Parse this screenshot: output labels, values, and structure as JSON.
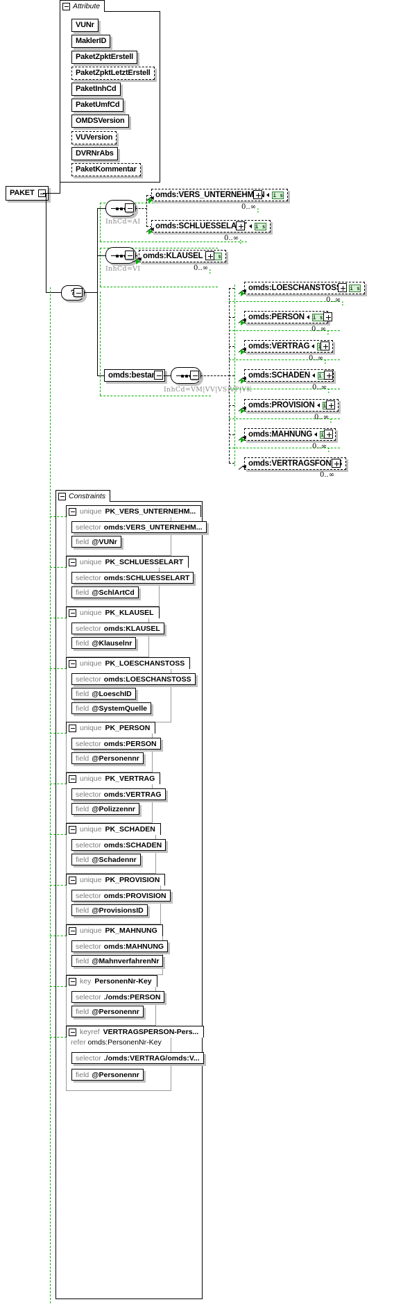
{
  "diagram": {
    "root": {
      "label": "PAKET"
    },
    "attribute_group": {
      "title": "Attribute",
      "items": [
        {
          "label": "VUNr",
          "optional": false
        },
        {
          "label": "MaklerID",
          "optional": false
        },
        {
          "label": "PaketZpktErstell",
          "optional": false
        },
        {
          "label": "PaketZpktLetztErstell",
          "optional": true
        },
        {
          "label": "PaketInhCd",
          "optional": false
        },
        {
          "label": "PaketUmfCd",
          "optional": false
        },
        {
          "label": "OMDSVersion",
          "optional": false
        },
        {
          "label": "VUVersion",
          "optional": true
        },
        {
          "label": "DVRNrAbs",
          "optional": false
        },
        {
          "label": "PaketKommentar",
          "optional": true
        }
      ]
    },
    "branches": [
      {
        "condition": "InhCd=AI",
        "elements": [
          {
            "label": "omds:VERS_UNTERNEHMEN",
            "occurrence": "0..∞",
            "badge": "i s"
          },
          {
            "label": "omds:SCHLUESSELART",
            "occurrence": "0..∞",
            "badge": "i s"
          }
        ]
      },
      {
        "condition": "InhCd=VI",
        "elements": [
          {
            "label": "omds:KLAUSEL",
            "occurrence": "0..∞",
            "badge": "i s"
          }
        ]
      },
      {
        "condition": "InhCd=VM|VV|VS|VP|VK",
        "container": "omds:bestand",
        "elements": [
          {
            "label": "omds:LOESCHANSTOSS",
            "occurrence": "0..∞",
            "badge": "i s"
          },
          {
            "label": "omds:PERSON",
            "occurrence": "0..∞",
            "badge": "i s"
          },
          {
            "label": "omds:VERTRAG",
            "occurrence": "0..∞",
            "badge": "i s"
          },
          {
            "label": "omds:SCHADEN",
            "occurrence": "0..∞",
            "badge": "i s"
          },
          {
            "label": "omds:PROVISION",
            "occurrence": "0..∞",
            "badge": "i s"
          },
          {
            "label": "omds:MAHNUNG",
            "occurrence": "0..∞",
            "badge": "i s"
          },
          {
            "label": "omds:VERTRAGSFONDS",
            "occurrence": "0..∞",
            "badge": ""
          }
        ]
      }
    ],
    "constraints": {
      "title": "Constraints",
      "items": [
        {
          "kind": "unique",
          "name": "PK_VERS_UNTERNEHM...",
          "selector_kw": "selector",
          "selector": "omds:VERS_UNTERNEHM...",
          "fields": [
            {
              "kw": "field",
              "name": "@VUNr"
            }
          ]
        },
        {
          "kind": "unique",
          "name": "PK_SCHLUESSELART",
          "selector_kw": "selector",
          "selector": "omds:SCHLUESSELART",
          "fields": [
            {
              "kw": "field",
              "name": "@SchlArtCd"
            }
          ]
        },
        {
          "kind": "unique",
          "name": "PK_KLAUSEL",
          "selector_kw": "selector",
          "selector": "omds:KLAUSEL",
          "fields": [
            {
              "kw": "field",
              "name": "@Klauselnr"
            }
          ]
        },
        {
          "kind": "unique",
          "name": "PK_LOESCHANSTOSS",
          "selector_kw": "selector",
          "selector": "omds:LOESCHANSTOSS",
          "fields": [
            {
              "kw": "field",
              "name": "@LoeschID"
            },
            {
              "kw": "field",
              "name": "@SystemQuelle"
            }
          ]
        },
        {
          "kind": "unique",
          "name": "PK_PERSON",
          "selector_kw": "selector",
          "selector": "omds:PERSON",
          "fields": [
            {
              "kw": "field",
              "name": "@Personennr"
            }
          ]
        },
        {
          "kind": "unique",
          "name": "PK_VERTRAG",
          "selector_kw": "selector",
          "selector": "omds:VERTRAG",
          "fields": [
            {
              "kw": "field",
              "name": "@Polizzennr"
            }
          ]
        },
        {
          "kind": "unique",
          "name": "PK_SCHADEN",
          "selector_kw": "selector",
          "selector": "omds:SCHADEN",
          "fields": [
            {
              "kw": "field",
              "name": "@Schadennr"
            }
          ]
        },
        {
          "kind": "unique",
          "name": "PK_PROVISION",
          "selector_kw": "selector",
          "selector": "omds:PROVISION",
          "fields": [
            {
              "kw": "field",
              "name": "@ProvisionsID"
            }
          ]
        },
        {
          "kind": "unique",
          "name": "PK_MAHNUNG",
          "selector_kw": "selector",
          "selector": "omds:MAHNUNG",
          "fields": [
            {
              "kw": "field",
              "name": "@MahnverfahrenNr"
            }
          ]
        },
        {
          "kind": "key",
          "name": "PersonenNr-Key",
          "selector_kw": "selector",
          "selector": "./omds:PERSON",
          "fields": [
            {
              "kw": "field",
              "name": "@Personennr"
            }
          ]
        },
        {
          "kind": "keyref",
          "name": "VERTRAGSPERSON-Pers...",
          "refer_kw": "refer",
          "refer": "omds:PersonenNr-Key",
          "selector_kw": "selector",
          "selector": "./omds:VERTRAG/omds:V...",
          "fields": [
            {
              "kw": "field",
              "name": "@Personennr"
            }
          ]
        }
      ]
    }
  }
}
